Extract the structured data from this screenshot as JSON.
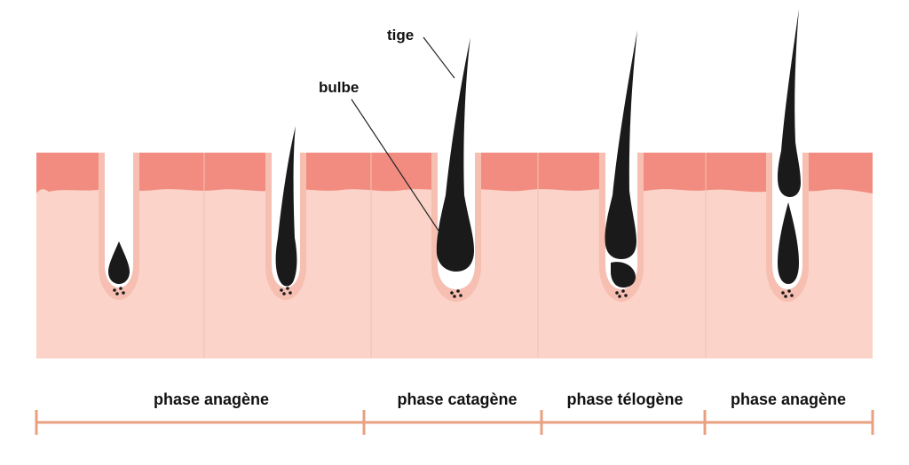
{
  "colors": {
    "epidermis": "#f28c80",
    "dermis": "#fbd3c8",
    "dermis_line": "#f3c2b5",
    "follicle_sheath": "#f6bfb2",
    "follicle_inner": "#ffffff",
    "hair": "#1a1a1a",
    "pointer": "#222222",
    "timeline": "#e8a080"
  },
  "callouts": {
    "tige": "tige",
    "bulbe": "bulbe"
  },
  "phases": [
    {
      "label": "phase anagène"
    },
    {
      "label": "phase catagène"
    },
    {
      "label": "phase télogène"
    },
    {
      "label": "phase anagène"
    }
  ]
}
